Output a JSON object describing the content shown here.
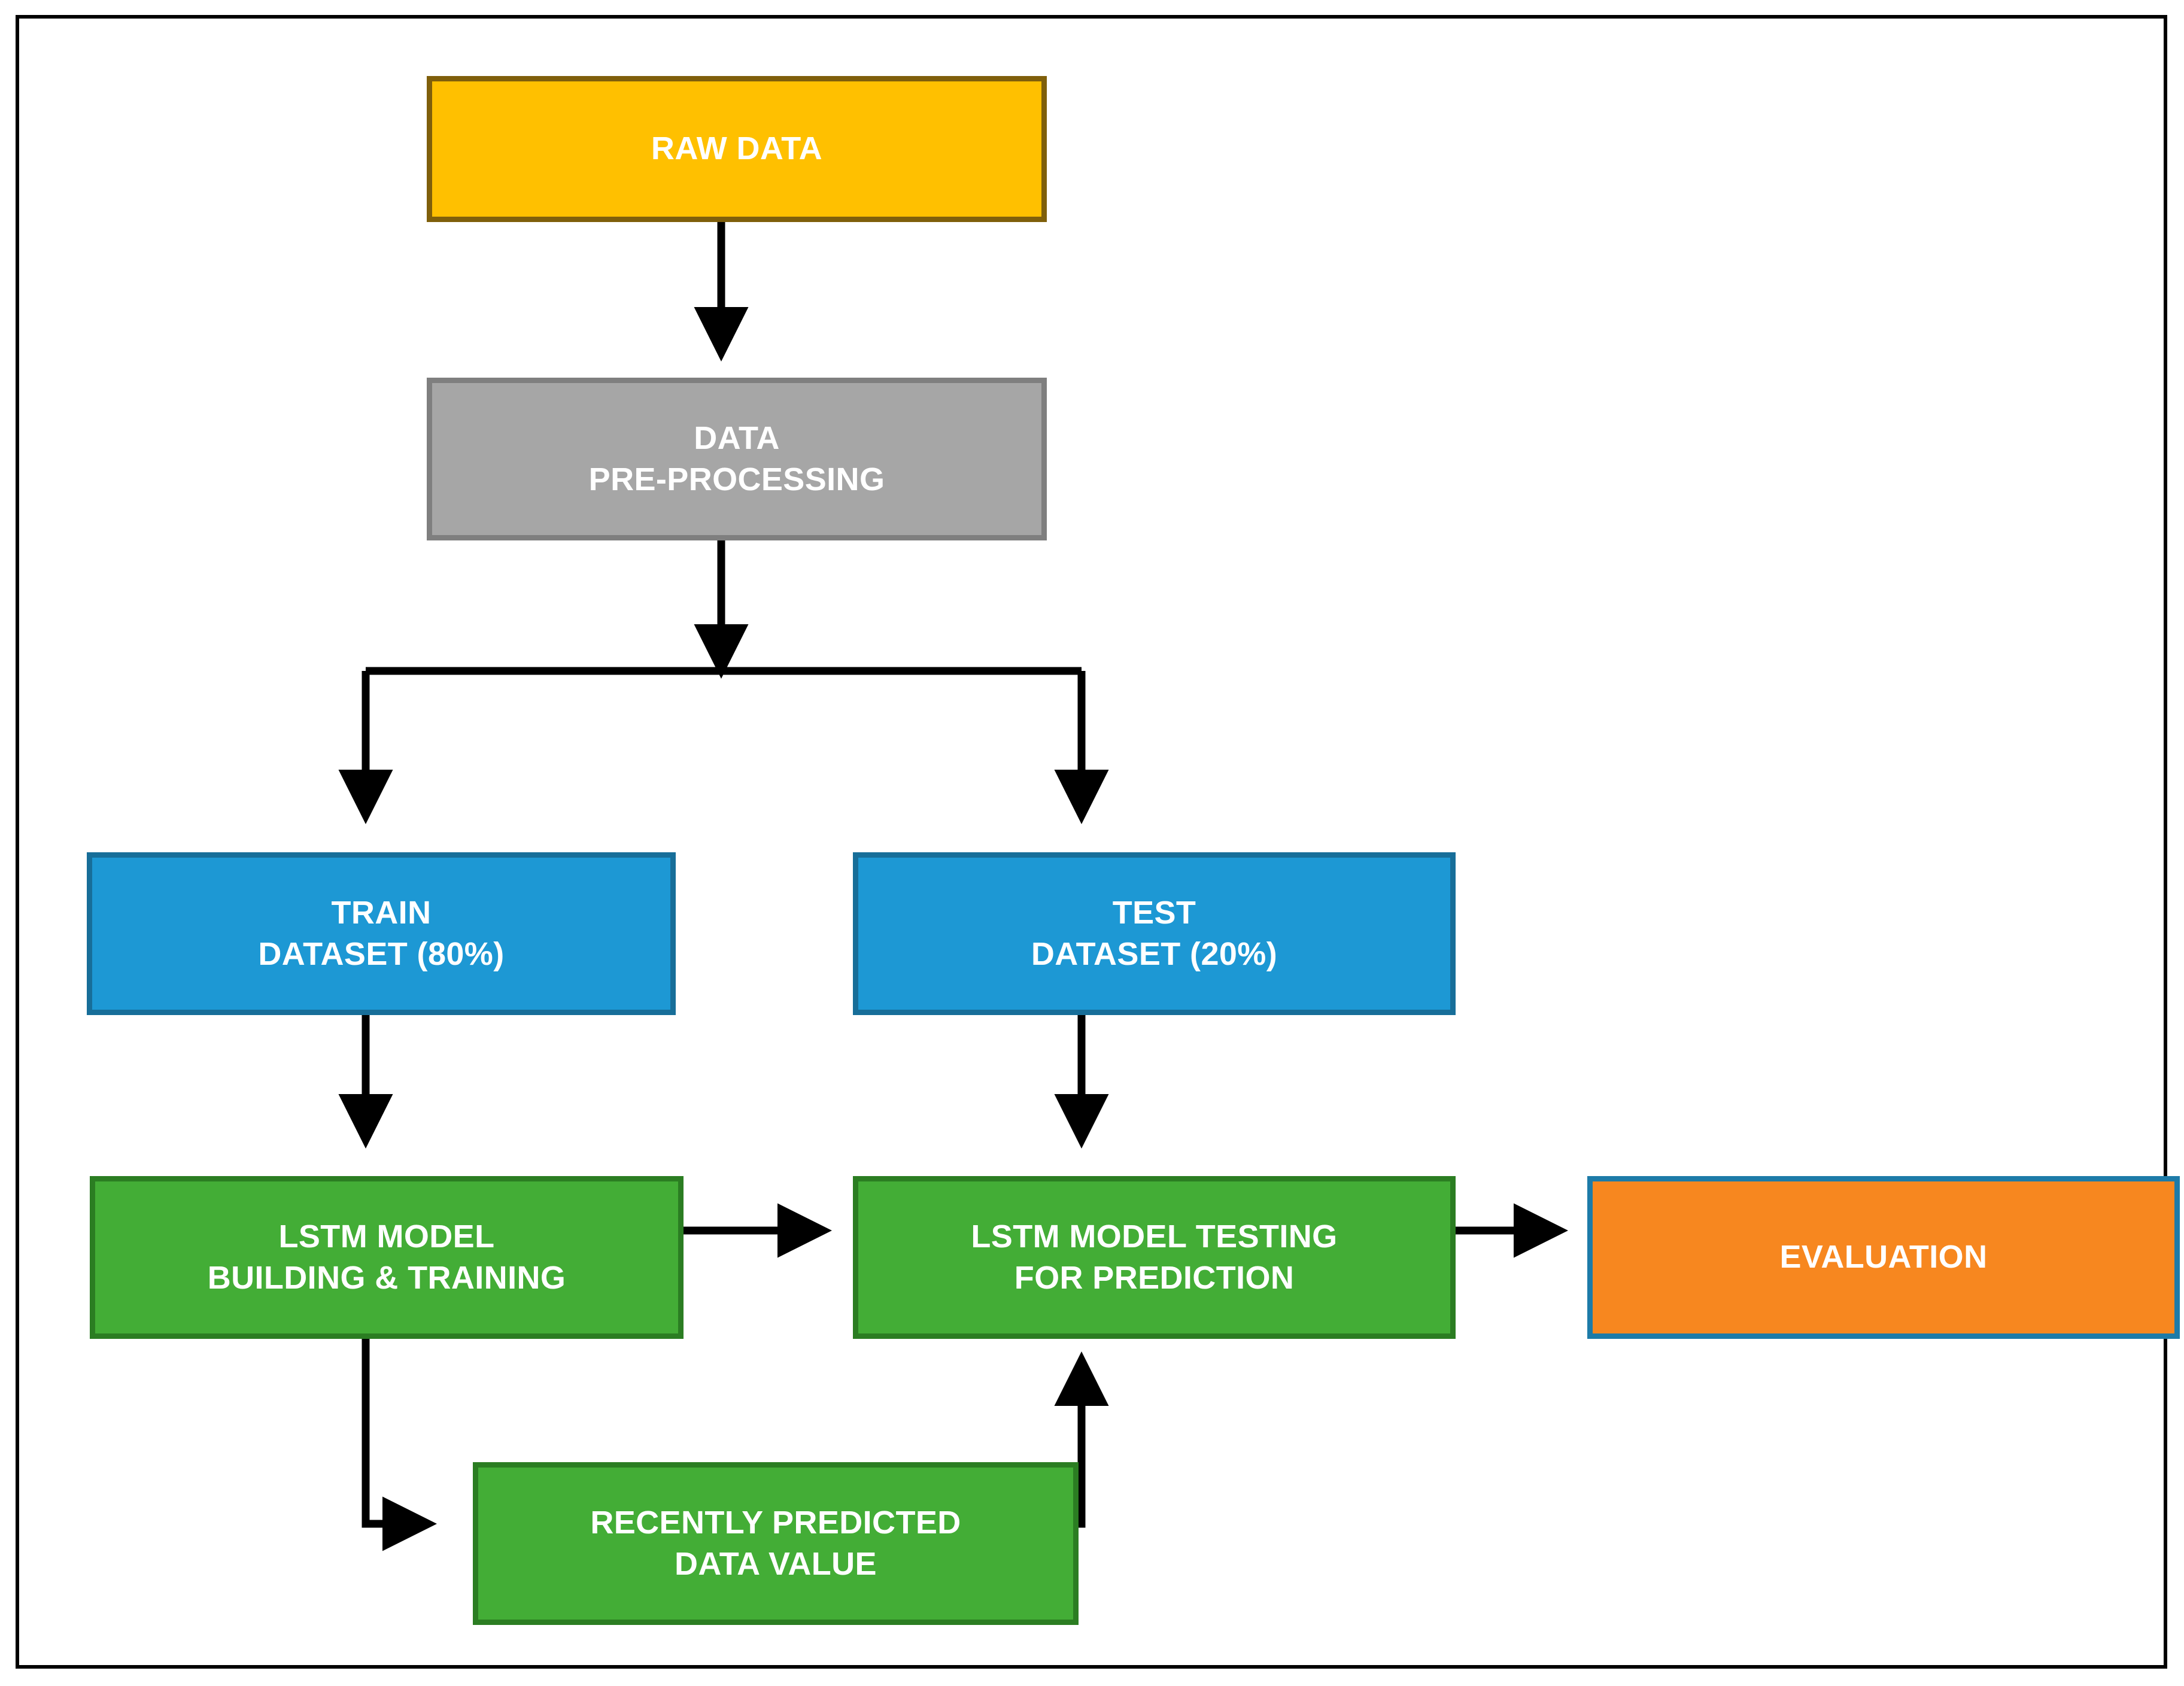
{
  "diagram": {
    "title": "LSTM Prediction Workflow Flowchart",
    "type": "flowchart",
    "frame": {
      "border_color": "#000000",
      "background": "#FFFFFF"
    },
    "colors": {
      "raw_data_fill": "#FFC000",
      "raw_data_border": "#7F5F0B",
      "preprocess_fill": "#A6A6A6",
      "preprocess_border": "#7F7F7F",
      "dataset_fill": "#1D98D4",
      "dataset_border": "#176E99",
      "model_fill": "#43AD36",
      "model_border": "#2B7D22",
      "evaluation_fill": "#F7871F",
      "evaluation_border": "#1D7BA8",
      "connector": "#000000",
      "label_text": "#FFFFFF"
    },
    "nodes": [
      {
        "id": "raw-data",
        "label": "RAW DATA"
      },
      {
        "id": "data-preprocessing",
        "label": "DATA\nPRE-PROCESSING"
      },
      {
        "id": "train-dataset",
        "label": "TRAIN\nDATASET (80%)"
      },
      {
        "id": "test-dataset",
        "label": "TEST\nDATASET (20%)"
      },
      {
        "id": "lstm-training",
        "label": "LSTM MODEL\nBUILDING & TRAINING"
      },
      {
        "id": "lstm-testing",
        "label": "LSTM MODEL TESTING\nFOR PREDICTION"
      },
      {
        "id": "evaluation",
        "label": "EVALUATION"
      },
      {
        "id": "recent-prediction",
        "label": "RECENTLY PREDICTED\nDATA VALUE"
      }
    ],
    "edges": [
      {
        "from": "raw-data",
        "to": "data-preprocessing",
        "style": "straight-down"
      },
      {
        "from": "data-preprocessing",
        "to": "train-dataset",
        "style": "split-left"
      },
      {
        "from": "data-preprocessing",
        "to": "test-dataset",
        "style": "split-right"
      },
      {
        "from": "train-dataset",
        "to": "lstm-training",
        "style": "straight-down"
      },
      {
        "from": "test-dataset",
        "to": "lstm-testing",
        "style": "straight-down"
      },
      {
        "from": "lstm-training",
        "to": "lstm-testing",
        "style": "straight-right"
      },
      {
        "from": "lstm-testing",
        "to": "evaluation",
        "style": "straight-right"
      },
      {
        "from": "lstm-training",
        "to": "recent-prediction",
        "style": "down-then-right"
      },
      {
        "from": "recent-prediction",
        "to": "lstm-testing",
        "style": "right-then-up"
      }
    ]
  }
}
